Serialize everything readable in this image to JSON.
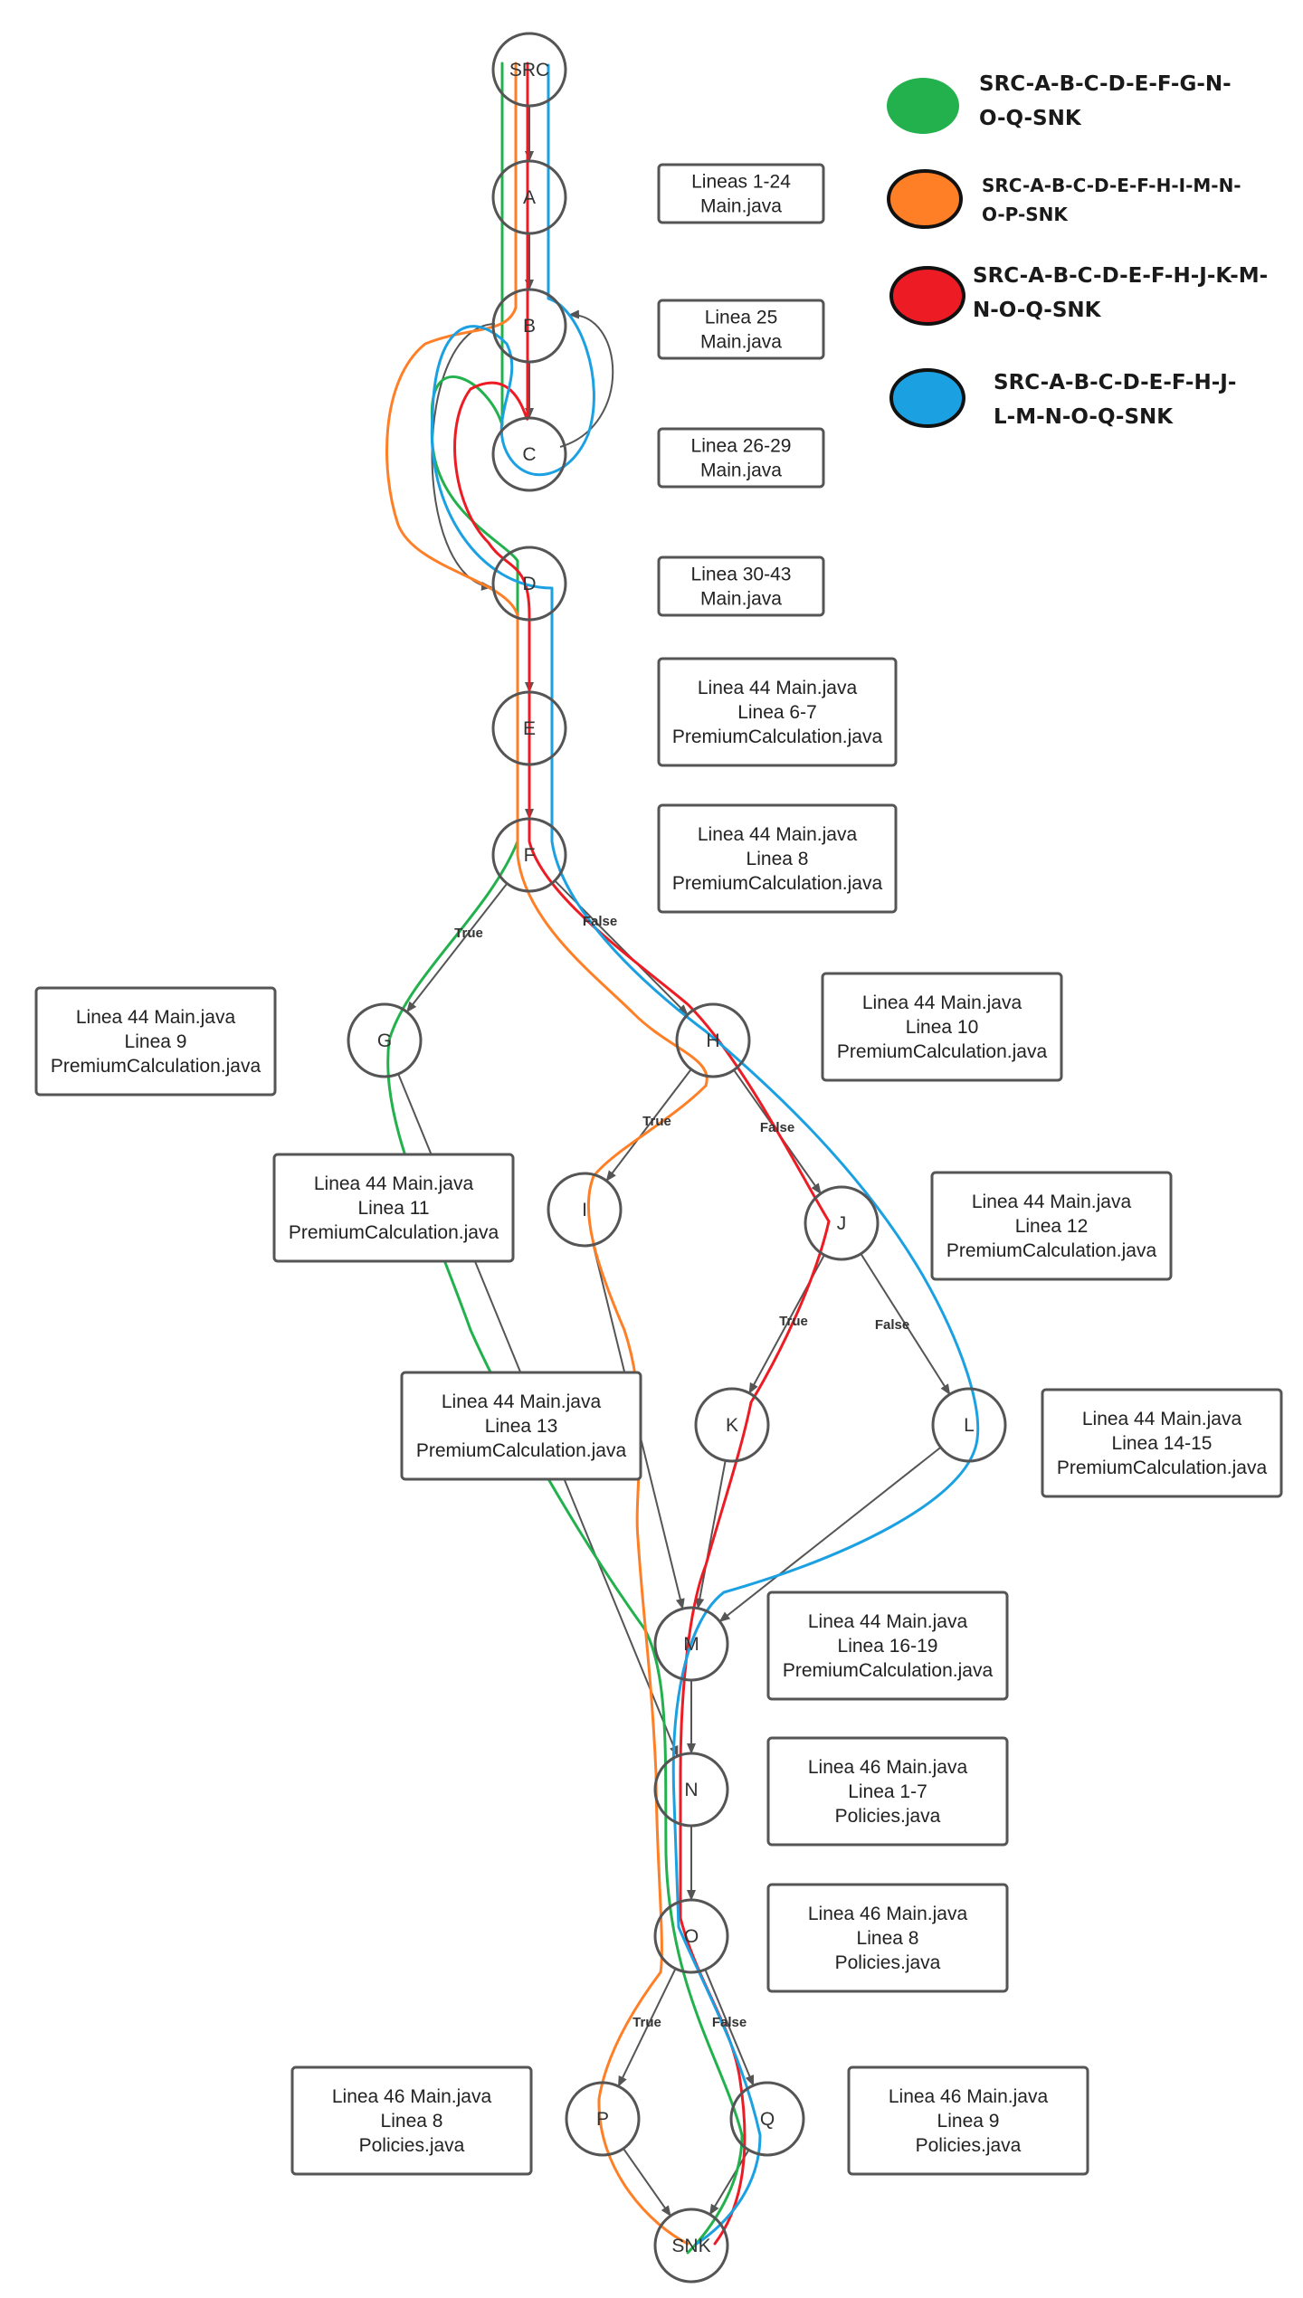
{
  "legend": [
    {
      "color": "#22b14c",
      "lines": [
        "SRC-A-B-C-D-E-F-G-N-",
        "O-Q-SNK"
      ]
    },
    {
      "color": "#ff7f27",
      "lines": [
        "SRC-A-B-C-D-E-F-H-I-M-N-",
        "O-P-SNK"
      ]
    },
    {
      "color": "#ed1c24",
      "lines": [
        "SRC-A-B-C-D-E-F-H-J-K-M-",
        "N-O-Q-SNK"
      ]
    },
    {
      "color": "#1ba1e2",
      "lines": [
        "SRC-A-B-C-D-E-F-H-J-",
        "L-M-N-O-Q-SNK"
      ]
    }
  ],
  "nodes": [
    "SRC",
    "A",
    "B",
    "C",
    "D",
    "E",
    "F",
    "G",
    "H",
    "I",
    "J",
    "K",
    "L",
    "M",
    "N",
    "O",
    "P",
    "Q",
    "SNK"
  ],
  "edges": [
    {
      "from": "SRC",
      "to": "A"
    },
    {
      "from": "A",
      "to": "B"
    },
    {
      "from": "B",
      "to": "C"
    },
    {
      "from": "C",
      "to": "B"
    },
    {
      "from": "B",
      "to": "D"
    },
    {
      "from": "D",
      "to": "E"
    },
    {
      "from": "E",
      "to": "F"
    },
    {
      "from": "F",
      "to": "G",
      "label": "True"
    },
    {
      "from": "F",
      "to": "H",
      "label": "False"
    },
    {
      "from": "H",
      "to": "I",
      "label": "True"
    },
    {
      "from": "H",
      "to": "J",
      "label": "False"
    },
    {
      "from": "J",
      "to": "K",
      "label": "True"
    },
    {
      "from": "J",
      "to": "L",
      "label": "False"
    },
    {
      "from": "G",
      "to": "N"
    },
    {
      "from": "I",
      "to": "M"
    },
    {
      "from": "K",
      "to": "M"
    },
    {
      "from": "L",
      "to": "M"
    },
    {
      "from": "M",
      "to": "N"
    },
    {
      "from": "N",
      "to": "O"
    },
    {
      "from": "O",
      "to": "P",
      "label": "True"
    },
    {
      "from": "O",
      "to": "Q",
      "label": "False"
    },
    {
      "from": "P",
      "to": "SNK"
    },
    {
      "from": "Q",
      "to": "SNK"
    }
  ],
  "info_boxes": [
    {
      "node": "A",
      "lines": [
        "Lineas 1-24",
        "Main.java"
      ]
    },
    {
      "node": "B",
      "lines": [
        "Linea 25",
        "Main.java"
      ]
    },
    {
      "node": "C",
      "lines": [
        "Linea 26-29",
        "Main.java"
      ]
    },
    {
      "node": "D",
      "lines": [
        "Linea 30-43",
        "Main.java"
      ]
    },
    {
      "node": "E",
      "lines": [
        "Linea 44 Main.java",
        "Linea 6-7",
        "PremiumCalculation.java"
      ]
    },
    {
      "node": "F",
      "lines": [
        "Linea 44 Main.java",
        "Linea 8",
        "PremiumCalculation.java"
      ]
    },
    {
      "node": "G",
      "lines": [
        "Linea 44 Main.java",
        "Linea 9",
        "PremiumCalculation.java"
      ]
    },
    {
      "node": "H",
      "lines": [
        "Linea 44 Main.java",
        "Linea 10",
        "PremiumCalculation.java"
      ]
    },
    {
      "node": "I",
      "lines": [
        "Linea 44 Main.java",
        "Linea 11",
        "PremiumCalculation.java"
      ]
    },
    {
      "node": "J",
      "lines": [
        "Linea 44 Main.java",
        "Linea 12",
        "PremiumCalculation.java"
      ]
    },
    {
      "node": "K",
      "lines": [
        "Linea 44 Main.java",
        "Linea 13",
        "PremiumCalculation.java"
      ]
    },
    {
      "node": "L",
      "lines": [
        "Linea 44 Main.java",
        "Linea 14-15",
        "PremiumCalculation.java"
      ]
    },
    {
      "node": "M",
      "lines": [
        "Linea 44 Main.java",
        "Linea 16-19",
        "PremiumCalculation.java"
      ]
    },
    {
      "node": "N",
      "lines": [
        "Linea 46 Main.java",
        "Linea 1-7",
        "Policies.java"
      ]
    },
    {
      "node": "O",
      "lines": [
        "Linea 46 Main.java",
        "Linea 8",
        "Policies.java"
      ]
    },
    {
      "node": "P",
      "lines": [
        "Linea 46 Main.java",
        "Linea 8",
        "Policies.java"
      ]
    },
    {
      "node": "Q",
      "lines": [
        "Linea 46 Main.java",
        "Linea 9",
        "Policies.java"
      ]
    }
  ],
  "colors": {
    "node_stroke": "#555555",
    "edge": "#555555",
    "box_stroke": "#555555",
    "green": "#22b14c",
    "orange": "#ff7f27",
    "red": "#ed1c24",
    "blue": "#1ba1e2"
  }
}
